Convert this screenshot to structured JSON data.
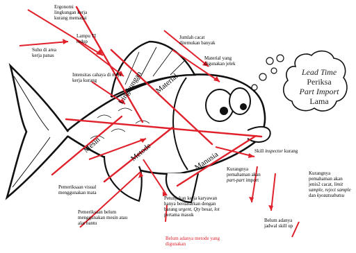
{
  "head": {
    "line1": "Lead Time",
    "line2": "Periksa",
    "line3": "Part Import",
    "line4": "Lama"
  },
  "categories": {
    "lingkungan": "Lingkungan",
    "material": "Material",
    "mesin": "Mesin",
    "metode": "Metode",
    "manusia": "Manusia"
  },
  "causes": {
    "ergonomi": "Ergonomi lingkungan kerja kurang memadai",
    "suhu": "Suhu di area kerja panas",
    "lampu": "Lampu TI redup",
    "intensitas": "Intensitas cahaya di meja kerja kurang",
    "jumlah_cacat": "Jumlah cacat ditemukan banyak",
    "material_jelek": "Material yang digunakan jelek",
    "skill_prefix": "Skill ",
    "skill_italic": "inspector",
    "skill_suffix": " kurang",
    "visual": "Pemeriksaan visual menggunakan mata",
    "belum_mesin": "Pemeriksaan belum menggunakan mesin atau alat bantu",
    "petunjuk_a": "Petunjukan kerja karyawan hanya berdasarkan dengan barang ",
    "petunjuk_b": "urgent, Qty",
    "petunjuk_c": " besar, ",
    "petunjuk_d": "lot",
    "petunjuk_e": " pertama masuk",
    "belum_metode": "Belum adanya metode yang digunakan",
    "kurang_a": "Kurangnya pemahaman akan ",
    "kurang_b": "part-part",
    "kurang_c": " import",
    "jenis_a": "Kurangnya pemahaman akan jenis2 cacat, ",
    "jenis_b": "limit sample, reject sample",
    "jenis_c": " dan ",
    "jenis_d": "kyozatsubutsu",
    "jadwal": "Belum adanya jadwal skill up"
  }
}
